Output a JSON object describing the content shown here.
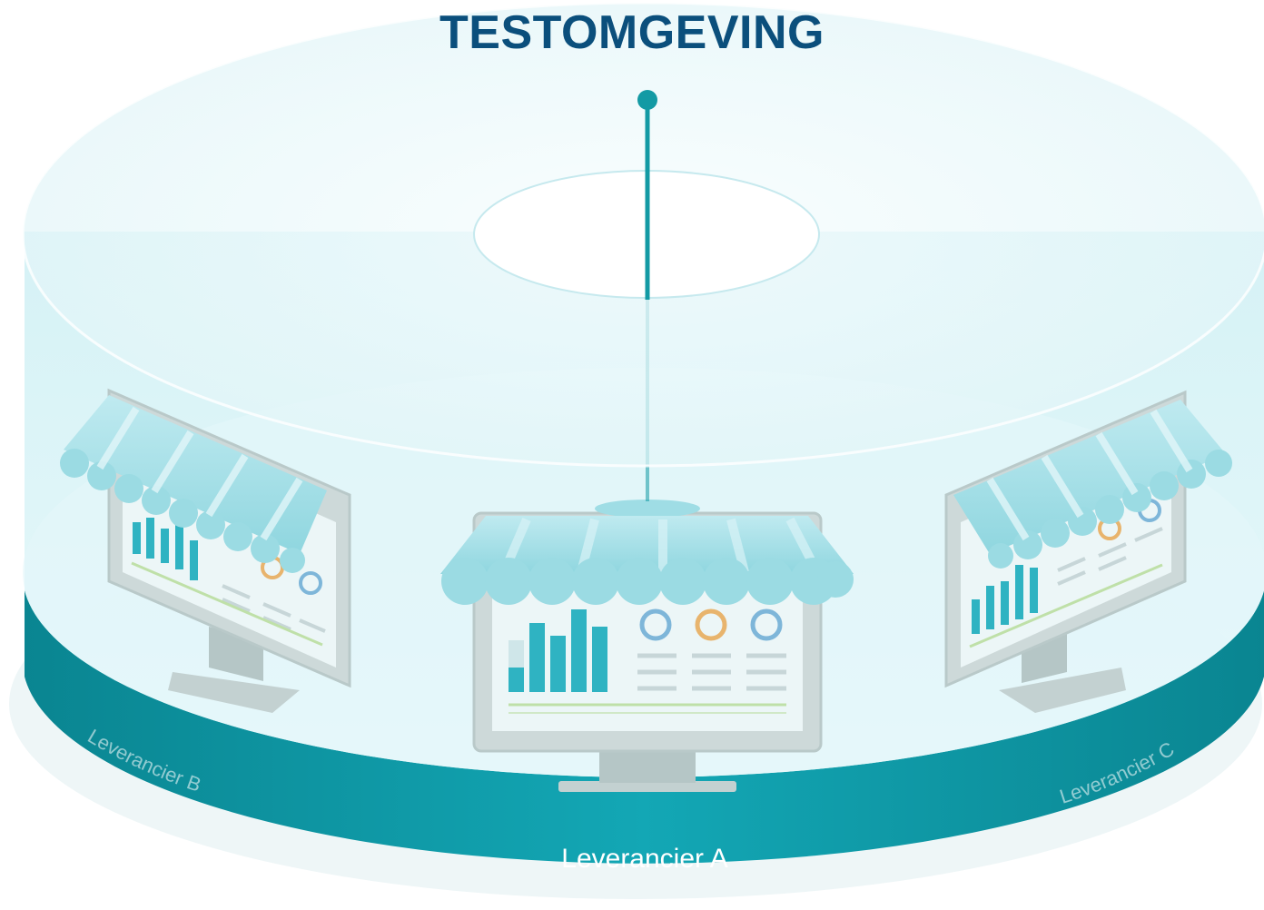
{
  "diagram": {
    "title": "TESTOMGEVING",
    "suppliers": [
      {
        "label": "Leverancier A"
      },
      {
        "label": "Leverancier B"
      },
      {
        "label": "Leverancier C"
      }
    ]
  },
  "colors": {
    "title": "#0b4f7c",
    "band_dark": "#0a8b98",
    "band_light": "#18aab8",
    "connector": "#139aa4",
    "glass": "#dff6f9",
    "awning_light": "#a9e4ea",
    "awning_dark": "#7fd0da",
    "bar": "#2fb3c2",
    "ring_blue": "#7eb6d9",
    "ring_orange": "#e8b46d",
    "monitor_frame": "#cfdada"
  },
  "icons": [
    "store-monitor-icon",
    "bar-chart-icon",
    "donut-chart-icon",
    "awning-icon"
  ]
}
